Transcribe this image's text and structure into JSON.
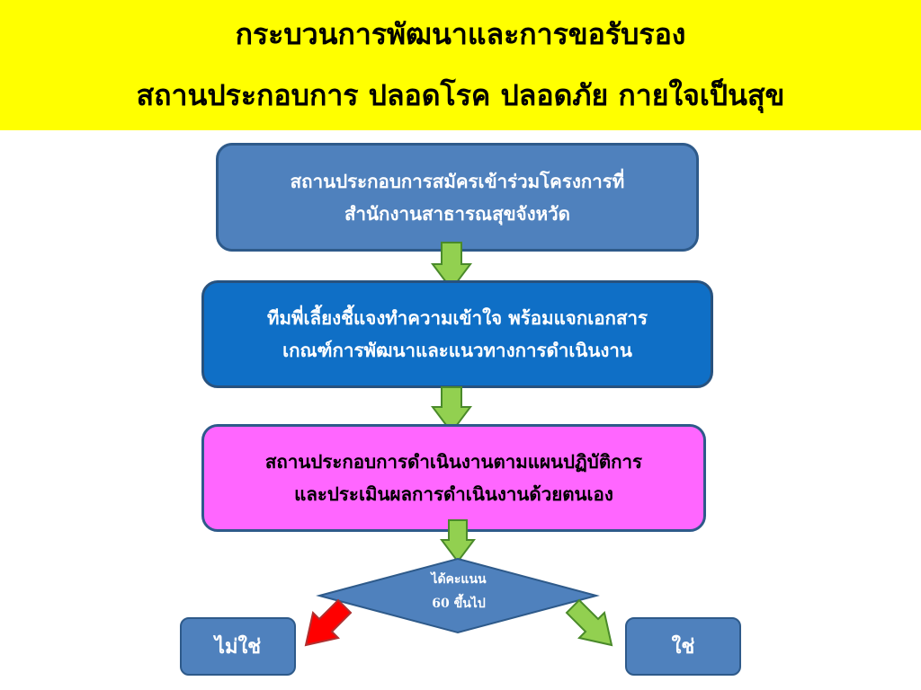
{
  "header": {
    "title_line_1": "กระบวนการพัฒนาและการขอรับรอง",
    "title_line_2": "สถานประกอบการ ปลอดโรค ปลอดภัย กายใจเป็นสุข",
    "background_color": "#ffff00"
  },
  "flow": {
    "step_1": {
      "line_1": "สถานประกอบการสมัครเข้าร่วมโครงการที่",
      "line_2": "สำนักงานสาธารณสุขจังหวัด",
      "color": "#4f81bd"
    },
    "step_2": {
      "line_1": "ทีมพี่เลี้ยงชี้แจงทำความเข้าใจ พร้อมแจกเอกสาร",
      "line_2": "เกณฑ์การพัฒนาและแนวทางการดำเนินงาน",
      "color": "#0f6fc6"
    },
    "step_3": {
      "line_1": "สถานประกอบการดำเนินงานตามแผนปฏิบัติการ",
      "line_2": "และประเมินผลการดำเนินงานด้วยตนเอง",
      "color": "#ff66ff"
    },
    "decision": {
      "line_1": "ได้คะแนน",
      "line_2": "60 ขึ้นไป",
      "color": "#4f81bd"
    },
    "outcome_no": {
      "label": "ไม่ใช่",
      "arrow_color": "#ff0000"
    },
    "outcome_yes": {
      "label": "ใช่",
      "arrow_color": "#92d050"
    },
    "connector_arrow_color": "#92d050"
  }
}
